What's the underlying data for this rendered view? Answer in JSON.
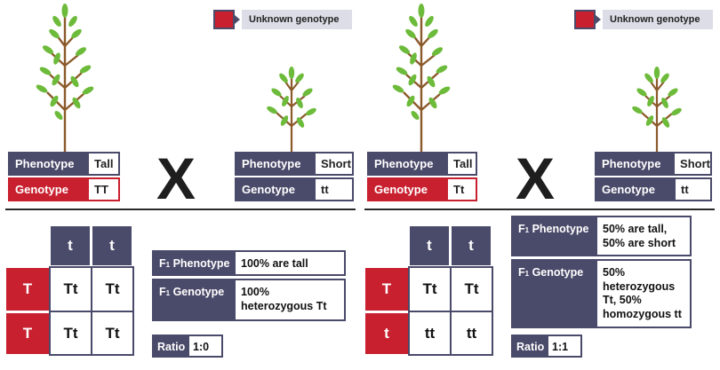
{
  "legend": {
    "label": "Unknown genotype",
    "swatch_color": "#c8202f"
  },
  "cross_symbol": "X",
  "left": {
    "parent1": {
      "phenotype_label": "Phenotype",
      "phenotype": "Tall",
      "genotype_label": "Genotype",
      "genotype": "TT"
    },
    "parent2": {
      "phenotype_label": "Phenotype",
      "phenotype": "Short",
      "genotype_label": "Genotype",
      "genotype": "tt"
    },
    "punnett": {
      "col_headers": [
        "t",
        "t"
      ],
      "row_headers": [
        "T",
        "T"
      ],
      "cells": [
        [
          "Tt",
          "Tt"
        ],
        [
          "Tt",
          "Tt"
        ]
      ]
    },
    "f1_phenotype": {
      "prefix": "F",
      "sub": "1",
      "label": "Phenotype",
      "value": "100% are tall"
    },
    "f1_genotype": {
      "prefix": "F",
      "sub": "1",
      "label": "Genotype",
      "value": "100% heterozygous Tt"
    },
    "ratio": {
      "label": "Ratio",
      "value": "1:0"
    }
  },
  "right": {
    "parent1": {
      "phenotype_label": "Phenotype",
      "phenotype": "Tall",
      "genotype_label": "Genotype",
      "genotype": "Tt"
    },
    "parent2": {
      "phenotype_label": "Phenotype",
      "phenotype": "Short",
      "genotype_label": "Genotype",
      "genotype": "tt"
    },
    "punnett": {
      "col_headers": [
        "t",
        "t"
      ],
      "row_headers": [
        "T",
        "t"
      ],
      "cells": [
        [
          "Tt",
          "Tt"
        ],
        [
          "tt",
          "tt"
        ]
      ]
    },
    "f1_phenotype": {
      "prefix": "F",
      "sub": "1",
      "label": "Phenotype",
      "value": "50% are tall, 50% are short"
    },
    "f1_genotype": {
      "prefix": "F",
      "sub": "1",
      "label": "Genotype",
      "value": "50% heterozygous Tt, 50% homozygous tt"
    },
    "ratio": {
      "label": "Ratio",
      "value": "1:1"
    }
  },
  "colors": {
    "navy": "#4a4a6a",
    "red": "#c8202f",
    "leaf": "#6dbb3a",
    "stem": "#8b5a2b"
  }
}
